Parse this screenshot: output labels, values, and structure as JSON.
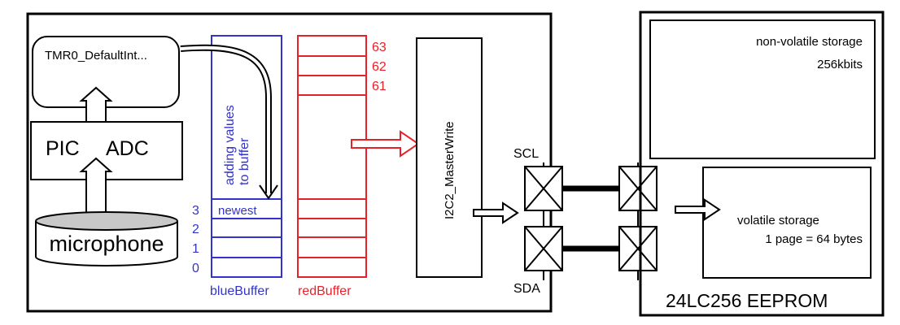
{
  "colors": {
    "black": "#000000",
    "blue": "#3333cc",
    "red": "#e8202a",
    "white": "#ffffff"
  },
  "timer_block": {
    "label": "TMR0_DefaultInt..."
  },
  "pic_block": {
    "label_left": "PIC",
    "label_right": "ADC"
  },
  "microphone": {
    "label": "microphone"
  },
  "blue_buffer": {
    "name": "blueBuffer",
    "note_line1": "adding values",
    "note_line2": "to buffer",
    "newest_label": "newest",
    "index_labels": [
      "3",
      "2",
      "1",
      "0"
    ]
  },
  "red_buffer": {
    "name": "redBuffer",
    "index_labels": [
      "63",
      "62",
      "61"
    ]
  },
  "i2c_block": {
    "label": "I2C2_MasterWrite"
  },
  "bus": {
    "scl_label": "SCL",
    "sda_label": "SDA"
  },
  "eeprom": {
    "label": "24LC256 EEPROM",
    "nonvolatile_line1": "non-volatile storage",
    "nonvolatile_line2": "256kbits",
    "volatile_line1": "volatile storage",
    "volatile_line2": "1 page = 64 bytes"
  }
}
